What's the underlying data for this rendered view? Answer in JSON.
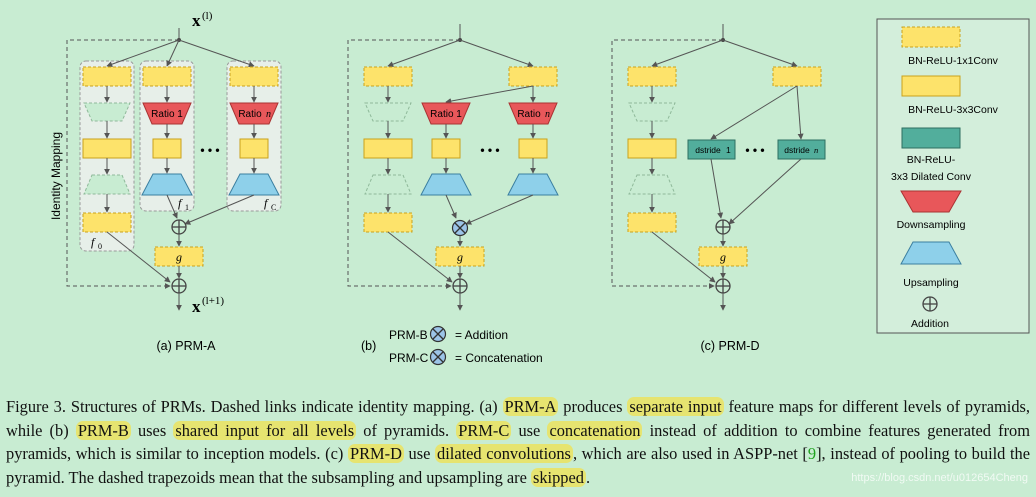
{
  "figure": {
    "input_label": "x",
    "input_sup": "(l)",
    "output_label": "x",
    "output_sup": "(l+1)",
    "identity_mapping": "Identity Mapping",
    "ratio1": "Ratio 1",
    "ratio": "Ratio",
    "ratio_n": "n",
    "dots": "• • •",
    "f": "f",
    "f0_sub": "0",
    "f1_sub": "1",
    "fc_sub": "C",
    "g": "g",
    "dstride": "dstride",
    "dstride1": "1",
    "dstride_n": "n",
    "panel_a": "(a) PRM-A",
    "panel_b": "(b)",
    "panel_c": "(c) PRM-D",
    "prm_b_text": "PRM-B",
    "prm_c_text": "PRM-C",
    "addition_text": "= Addition",
    "concat_text": "= Concatenation"
  },
  "legend": {
    "items": [
      {
        "label": "BN-ReLU-1x1Conv"
      },
      {
        "label": "BN-ReLU-3x3Conv"
      },
      {
        "label": "BN-ReLU-"
      },
      {
        "label": "3x3 Dilated Conv"
      },
      {
        "label": "Downsampling"
      },
      {
        "label": "Upsampling"
      },
      {
        "label": "Addition"
      }
    ]
  },
  "caption": {
    "p1": "Figure 3. Structures of PRMs.  Dashed links indicate identity mapping.  (a) ",
    "h1": "PRM-A",
    "p2": " produces ",
    "h2": "separate input",
    "p3": " feature maps for different levels of pyramids, while (b) ",
    "h3": "PRM-B",
    "p4": " uses ",
    "h4": "shared input for all levels",
    "p5": " of pyramids. ",
    "h5": "PRM-C",
    "p6": " use ",
    "h6": "concatenation",
    "p7": " instead of addition to combine features generated from pyramids, which is similar to inception models.  (c) ",
    "h7": "PRM-D",
    "p8": " use ",
    "h8": "dilated convolutions",
    "p9": ", which are also used in ASPP-net [",
    "ref": "9",
    "p10": "], instead of pooling to build the pyramid. The dashed trapezoids mean that the subsampling and upsampling are ",
    "h9": "skipped",
    "p11": "."
  },
  "watermark": "https://blog.csdn.net/u012654Cheng",
  "colors": {
    "background": "#c8ecd2",
    "conv": "#fde36b",
    "conv_border": "#c9a21c",
    "dilated": "#52ae9c",
    "down": "#e8575a",
    "up": "#8ed0ea",
    "highlight": "#e6e470"
  }
}
